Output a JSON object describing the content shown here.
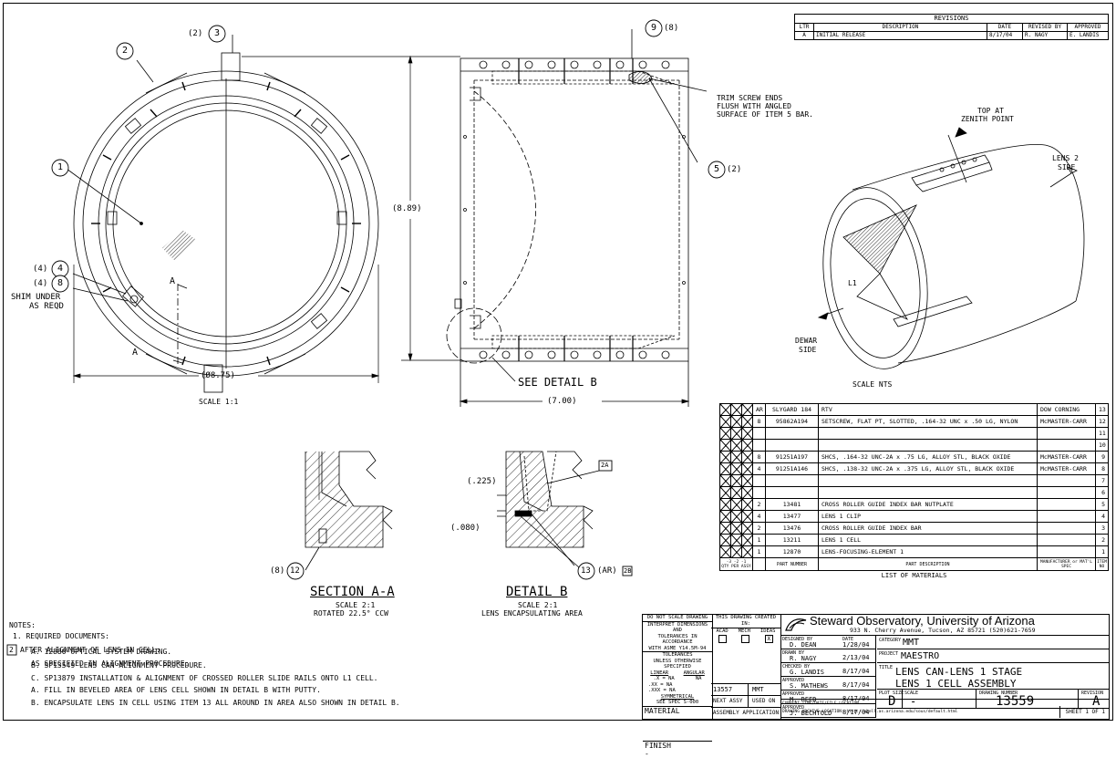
{
  "revisions": {
    "title": "REVISIONS",
    "headers": [
      "LTR",
      "DESCRIPTION",
      "DATE",
      "REVISED BY",
      "APPROVED"
    ],
    "rows": [
      [
        "A",
        "INITIAL RELEASE",
        "8/17/04",
        "R. NAGY",
        "E. LANDIS"
      ]
    ]
  },
  "balloons": {
    "b1": "1",
    "b2": "2",
    "b3": "3",
    "b3_qty": "(2)",
    "b9": "9",
    "b9_qty": "(8)",
    "b5": "5",
    "b5_qty": "(2)",
    "b4": "4",
    "b4_qty": "(4)",
    "b8": "8",
    "b8_qty": "(4)",
    "b12": "12",
    "b12_qty": "(8)",
    "b13": "13",
    "b13_qty": "(AR)",
    "b2b": "2B",
    "b2a": "2A"
  },
  "labels": {
    "shim": "SHIM UNDER",
    "shim2": "AS REQD",
    "dia": "(Ø8.75)",
    "scale_front": "SCALE 1:1",
    "height_dim": "(8.89)",
    "width_dim": "(7.00)",
    "see_detail": "SEE DETAIL B",
    "trim1": "TRIM SCREW ENDS",
    "trim2": "FLUSH WITH ANGLED",
    "trim3": "SURFACE OF ITEM 5 BAR.",
    "top1": "TOP AT",
    "top2": "ZENITH POINT",
    "lens2a": "LENS 2",
    "lens2b": "SIDE",
    "dewar1": "DEWAR",
    "dewar2": "SIDE",
    "l1": "L1",
    "scale_nts": "SCALE NTS",
    "section_a": "A",
    "section_title": "SECTION A-A",
    "section_scale": "SCALE 2:1",
    "section_rot": "ROTATED 22.5° CCW",
    "detail_title": "DETAIL B",
    "detail_scale": "SCALE 2:1",
    "detail_sub": "LENS ENCAPSULATING AREA",
    "dim225": "(.225)",
    "dim080": "(.080)"
  },
  "notes": {
    "title": "NOTES:",
    "n1": "1. REQUIRED DOCUMENTS:",
    "n1a": "A. 12880 OPTICAL SYSTEM DRAWING.",
    "n1b": "B. SP13549 LENS CAN ALIGNMENT PROCEDURE.",
    "n1c": "C. SP13879 INSTALLATION & ALIGNMENT OF CROSSED ROLLER SLIDE RAILS ONTO L1 CELL.",
    "n2_num": "2",
    "n2": "AFTER ALIGNMENT OF LENS IN CELL:",
    "n2x": "AS SPECIFIED IN ALIGNMENT PROCEDURE:",
    "n2a": "A. FILL IN BEVELED AREA OF LENS CELL SHOWN IN DETAIL B WITH PUTTY.",
    "n2b": "B. ENCAPSULATE LENS IN CELL USING ITEM 13 ALL AROUND IN AREA ALSO SHOWN IN DETAIL B."
  },
  "bom": {
    "rows": [
      [
        "",
        "AR",
        "SLYGARD 184",
        "RTV",
        "DOW CORNING",
        "13"
      ],
      [
        "",
        "8",
        "95862A194",
        "SETSCREW, FLAT PT, SLOTTED, .164-32 UNC x .50 LG, NYLON",
        "McMASTER-CARR",
        "12"
      ],
      [
        "",
        "",
        "",
        "",
        "",
        "11"
      ],
      [
        "",
        "",
        "",
        "",
        "",
        "10"
      ],
      [
        "",
        "8",
        "91251A197",
        "SHCS, .164-32 UNC-2A x .75 LG, ALLOY STL, BLACK OXIDE",
        "McMASTER-CARR",
        "9"
      ],
      [
        "",
        "4",
        "91251A146",
        "SHCS, .138-32 UNC-2A x .375 LG, ALLOY STL, BLACK OXIDE",
        "McMASTER-CARR",
        "8"
      ],
      [
        "",
        "",
        "",
        "",
        "",
        "7"
      ],
      [
        "",
        "",
        "",
        "",
        "",
        "6"
      ],
      [
        "",
        "2",
        "13481",
        "CROSS ROLLER GUIDE INDEX BAR NUTPLATE",
        "",
        "5"
      ],
      [
        "",
        "4",
        "13477",
        "LENS 1 CLIP",
        "",
        "4"
      ],
      [
        "",
        "2",
        "13476",
        "CROSS ROLLER GUIDE INDEX BAR",
        "",
        "3"
      ],
      [
        "",
        "1",
        "13211",
        "LENS 1 CELL",
        "",
        "2"
      ],
      [
        "",
        "1",
        "12870",
        "LENS-FOCUSING-ELEMENT 1",
        "",
        "1"
      ]
    ],
    "hdr_qty": "-3 -2 -1",
    "hdr_qty2": "QTY PER ASSY",
    "hdr_part": "PART NUMBER",
    "hdr_desc": "PART DESCRIPTION",
    "hdr_mfr": "MANUFACTURER or MAT'L SPEC",
    "hdr_item": "ITEM NO",
    "list_title": "LIST OF MATERIALS"
  },
  "title_block": {
    "noscale": "DO NOT SCALE DRAWING",
    "interpret1": "INTERPRET DIMENSIONS AND",
    "interpret2": "TOLERANCES IN ACCORDANCE",
    "interpret3": "WITH ASME Y14.5M-94",
    "tol": "TOLERANCES",
    "tol2": "UNLESS OTHERWISE SPECIFIED",
    "linear": "LINEAR",
    "angular": "ANGULAR",
    "tx": ".X = NA",
    "txx": ".XX = NA",
    "txxx": ".XXX = NA",
    "tang": "NA",
    "sym": "SYMMETRICAL",
    "symspec": "SEE SPEC S-000",
    "material": "MATERIAL",
    "material_val": "-",
    "finish": "FINISH",
    "finish_val": "-",
    "created": "THIS DRAWING CREATED IN:",
    "acad": "ACAD",
    "mech": "MECH",
    "ideas": "IDEAS",
    "ideas_mark": "X",
    "next_num": "13557",
    "next_proj": "MMT",
    "next_assy": "NEXT ASSY",
    "used_on": "USED ON",
    "assy_app": "ASSEMBLY APPLICATION",
    "org": "Steward Observatory, University of Arizona",
    "address": "933 N. Cherry Avenue, Tucson, AZ 85721 (520)621-7659",
    "designed_lbl": "DESIGNED BY",
    "designed": "D. DEAN",
    "designed_date": "1/28/04",
    "date_lbl": "DATE",
    "category_lbl": "CATEGORY",
    "category": "MMT",
    "drawn_lbl": "DRAWN BY",
    "drawn": "R. NAGY",
    "drawn_date": "2/13/04",
    "project_lbl": "PROJECT",
    "project": "MAESTRO",
    "checked_lbl": "CHECKED BY",
    "checked": "G. LANDIS",
    "checked_date": "8/17/04",
    "title_lbl": "TITLE",
    "title1": "LENS CAN-LENS 1 STAGE",
    "title2": "LENS 1 CELL ASSEMBLY",
    "approved_lbl": "APPROVED",
    "approved1": "S. MATHEWS",
    "approved1_date": "8/17/04",
    "approved2": "M. REED",
    "approved2_date": "8/17/04",
    "approved3": "J. BECHTOLD",
    "approved3_date": "8/17/04",
    "plot_lbl": "PLOT SIZE",
    "plot": "D",
    "scale_lbl": "SCALE",
    "scale": "-",
    "dwg_lbl": "DRAWING NUMBER",
    "dwg": "13559",
    "rev_lbl": "REVISION",
    "rev": "A",
    "file_lbl": "CURRENT TIME/DATE/FILE LOCATION",
    "archive": "DRAWING ARCHIVE LOCATION: http://abell.as.arizona.edu/sous/default.html",
    "sheet": "SHEET 1 OF 1"
  }
}
